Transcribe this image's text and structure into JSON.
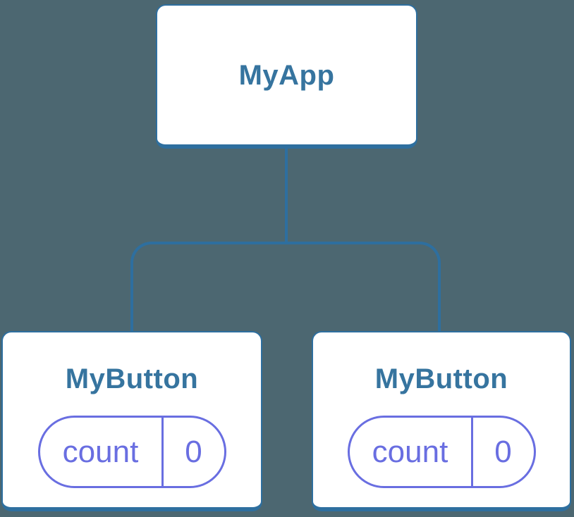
{
  "diagram": {
    "colors": {
      "background": "#4C6771",
      "node_bg": "#FFFFFF",
      "node_border": "#2E6F9F",
      "node_text": "#36749F",
      "state_accent": "#696EE1"
    },
    "root": {
      "label": "MyApp"
    },
    "children": [
      {
        "label": "MyButton",
        "state": {
          "key": "count",
          "value": "0"
        }
      },
      {
        "label": "MyButton",
        "state": {
          "key": "count",
          "value": "0"
        }
      }
    ]
  }
}
